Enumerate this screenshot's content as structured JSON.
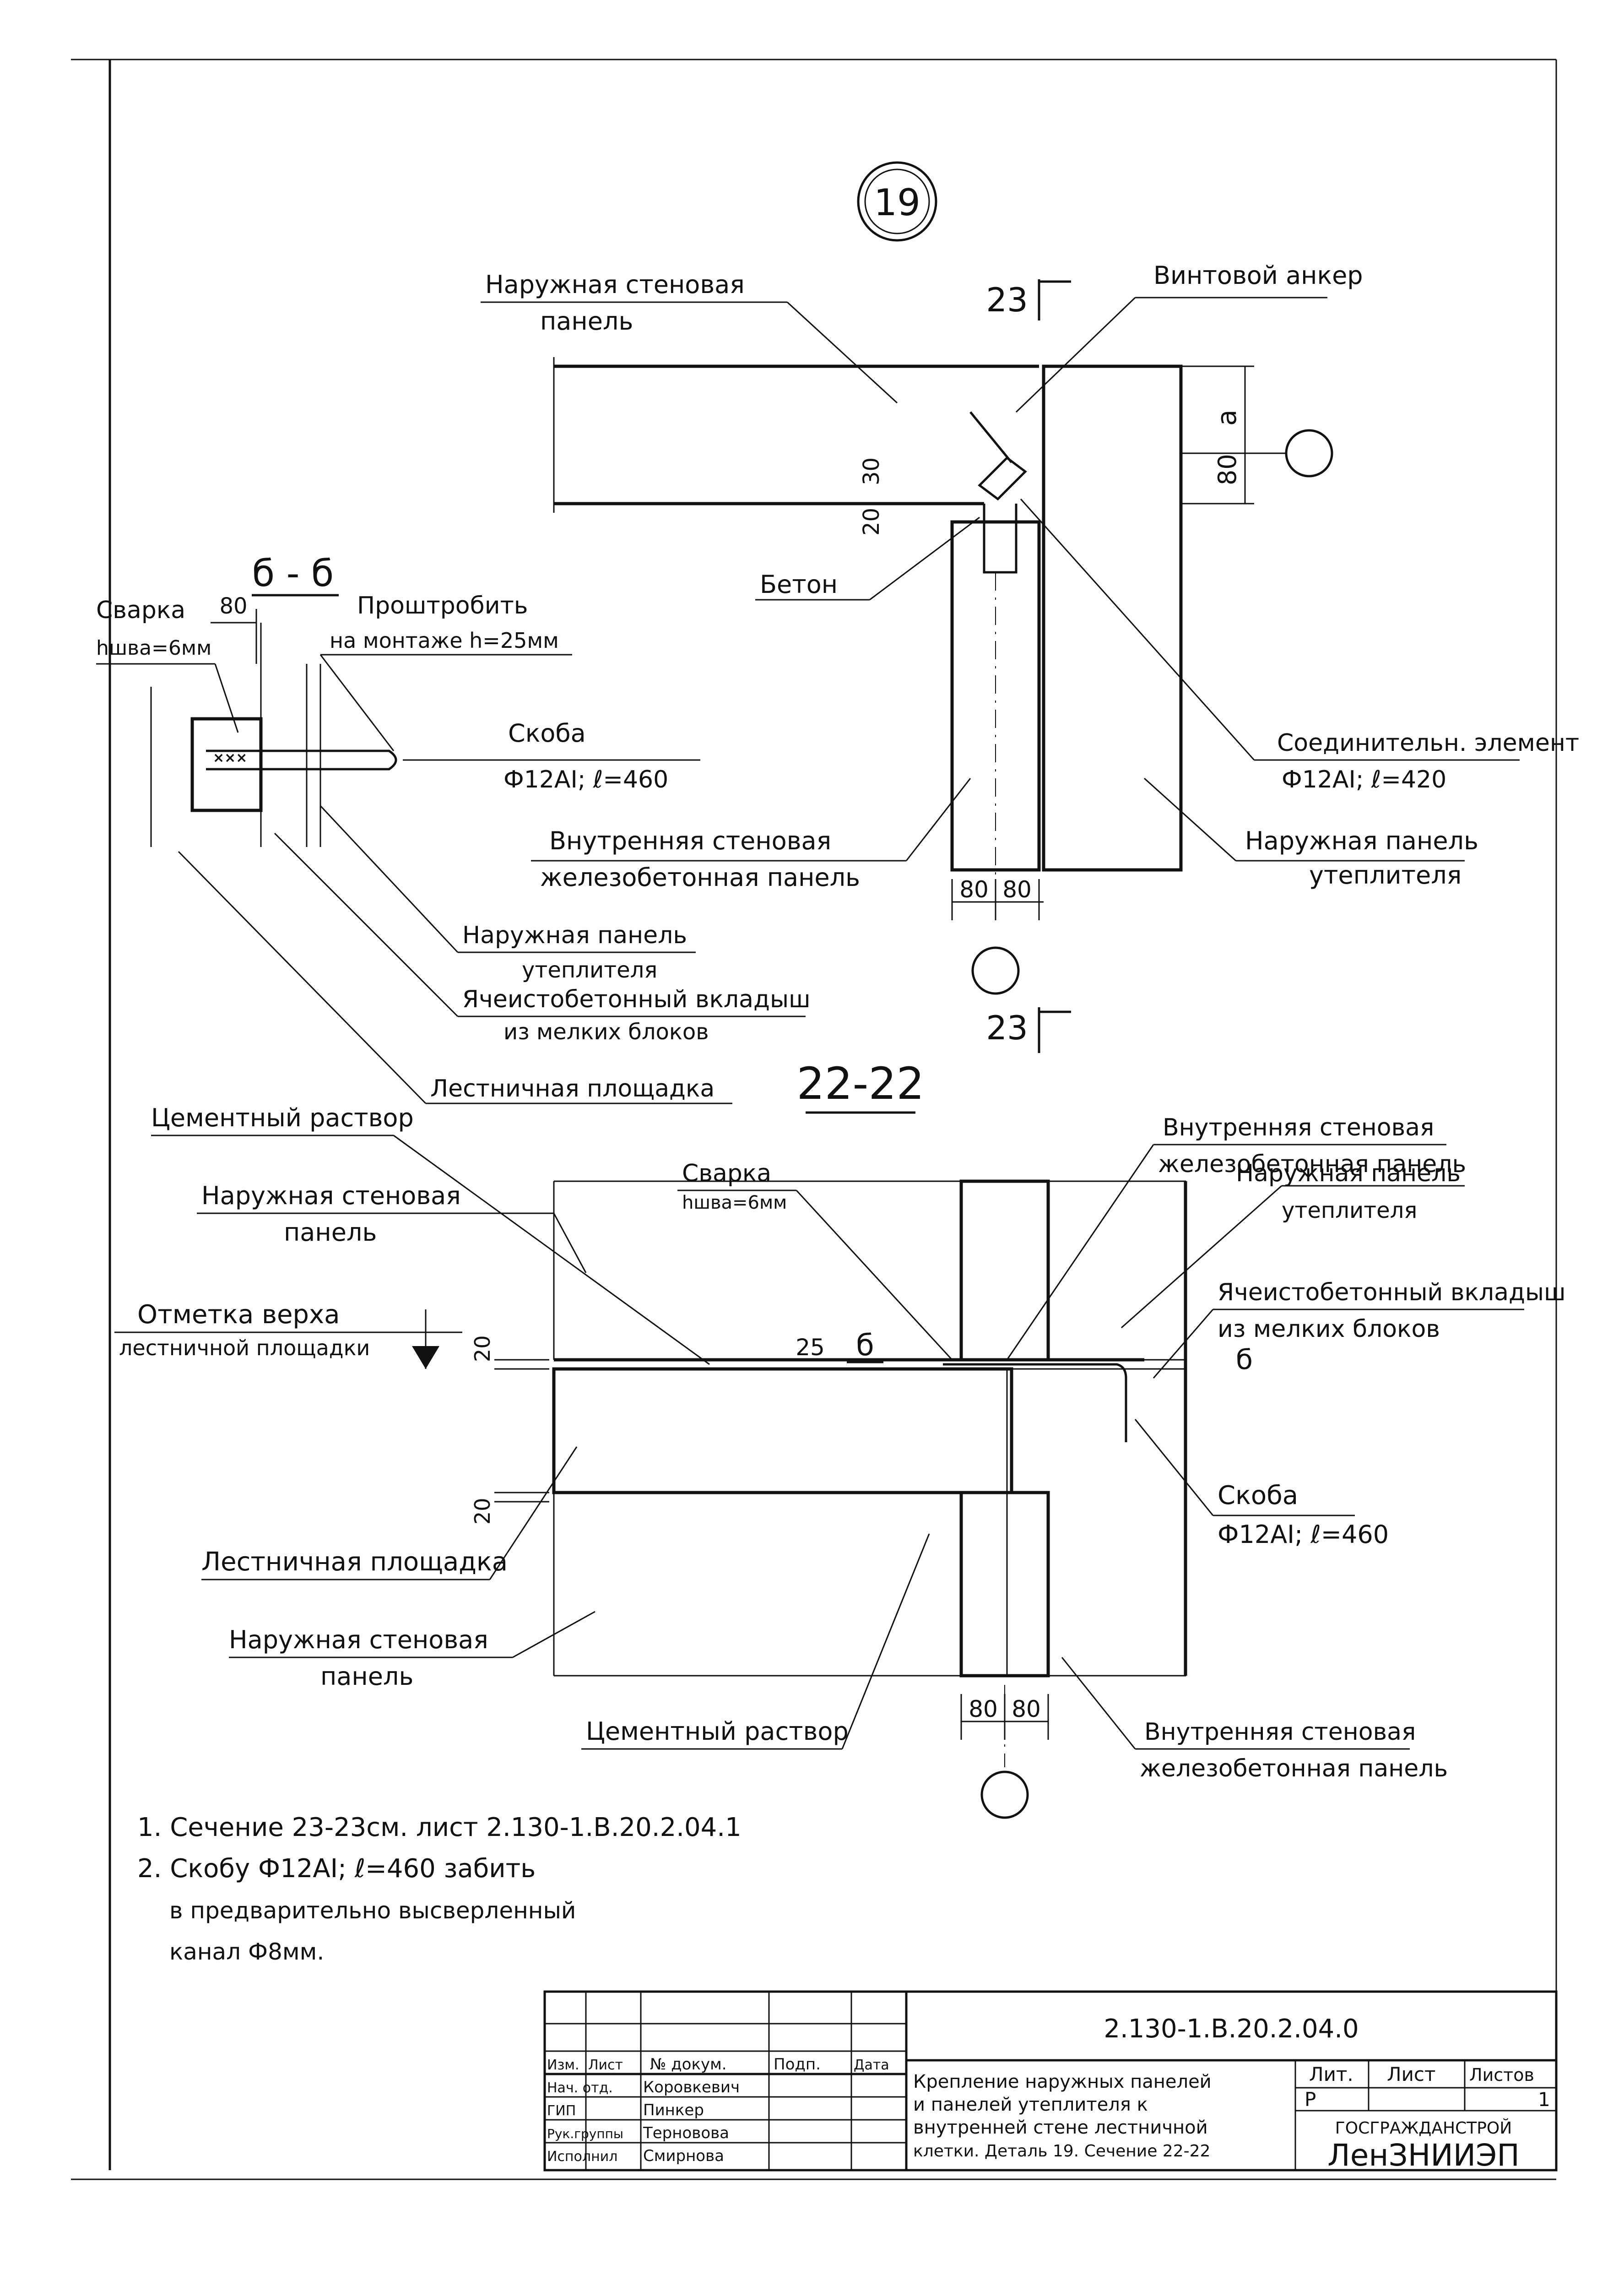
{
  "detail_number": "19",
  "section_23": {
    "label": "23"
  },
  "top_detail": {
    "outer_panel": [
      "Наружная стеновая",
      "панель"
    ],
    "screw_anchor": "Винтовой анкер",
    "concrete": "Бетон",
    "connector": [
      "Соединительн. элемент",
      "Ф12АI; ℓ=420"
    ],
    "inner_panel": [
      "Внутренняя стеновая",
      "железобетонная панель"
    ],
    "insulation_panel": [
      "Наружная панель",
      "утеплителя"
    ],
    "dim_a": "а",
    "dim_80": "80",
    "dim_30": "30",
    "dim_20": "20",
    "dim_80_left": "80",
    "dim_80_right": "80"
  },
  "section_bb": {
    "title": "б - б",
    "weld": [
      "Сварка",
      "hшва=6мм"
    ],
    "dim_80": "80",
    "drill": [
      "Проштробить",
      "на монтаже h=25мм"
    ],
    "bracket": [
      "Скоба",
      "Ф12АI; ℓ=460"
    ],
    "insulation_panel": [
      "Наружная панель",
      "утеплителя"
    ],
    "cellular_insert": [
      "Ячеистобетонный вкладыш",
      "из мелких блоков"
    ],
    "landing": "Лестничная площадка"
  },
  "section_22": {
    "title": "22-22",
    "cement_top": "Цементный раствор",
    "outer_top": [
      "Наружная стеновая",
      "панель"
    ],
    "weld": [
      "Сварка",
      "hшва=6мм"
    ],
    "inner_top": [
      "Внутренняя стеновая",
      "железобетонная панель"
    ],
    "insulation_top": [
      "Наружная панель",
      "утеплителя"
    ],
    "mark": [
      "Отметка верха",
      "лестничной площадки"
    ],
    "dim_20_top": "20",
    "dim_25": "25",
    "cut_b": "б",
    "cellular_insert": [
      "Ячеистобетонный вкладыш",
      "из мелких блоков"
    ],
    "cut_b2": "б",
    "dim_20_bottom": "20",
    "bracket": [
      "Скоба",
      "Ф12АI; ℓ=460"
    ],
    "landing": "Лестничная площадка",
    "outer_bottom": [
      "Наружная стеновая",
      "панель"
    ],
    "cement_bottom": "Цементный раствор",
    "inner_bottom": [
      "Внутренняя стеновая",
      "железобетонная панель"
    ],
    "dim_80_left": "80",
    "dim_80_right": "80"
  },
  "notes": [
    "1. Сечение 23-23см. лист 2.130-1.В.20.2.04.1",
    "2. Скобу Ф12АI; ℓ=460 забить",
    "в предварительно высверленный",
    "канал Ф8мм."
  ],
  "title_block": {
    "doc_code": "2.130-1.В.20.2.04.0",
    "headers": [
      "Изм.",
      "Лист",
      "№ докум.",
      "Подп.",
      "Дата"
    ],
    "rows": [
      {
        "role": "Нач. отд.",
        "name": "Коровкевич"
      },
      {
        "role": "ГИП",
        "name": "Пинкер"
      },
      {
        "role": "Рук.группы",
        "name": "Терновова"
      },
      {
        "role": "Исполнил",
        "name": "Смирнова"
      }
    ],
    "title_lines": [
      "Крепление наружных панелей",
      "и панелей утеплителя к",
      "внутренней стене лестничной",
      "клетки. Деталь 19. Сечение 22-22"
    ],
    "lit_label": "Лит.",
    "list_label": "Лист",
    "lists_label": "Листов",
    "lit_value": "Р",
    "lists_value": "1",
    "org1": "ГОСГРАЖДАНСТРОЙ",
    "org2": "ЛенЗНИИЭП"
  }
}
